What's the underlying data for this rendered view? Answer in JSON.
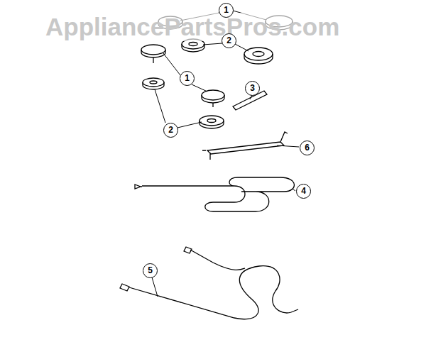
{
  "diagram": {
    "labels": [
      "AppliancePartsPros.com",
      "1",
      "2",
      "1",
      "3",
      "2",
      "6",
      "4",
      "5"
    ]
  }
}
